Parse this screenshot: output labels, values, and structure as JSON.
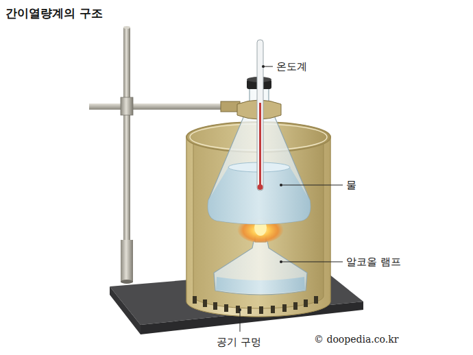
{
  "diagram": {
    "title": "간이열량계의 구조",
    "labels": [
      "온도계",
      "물",
      "알코올 램프",
      "공기 구멍",
      "© doopedia.co.kr"
    ]
  }
}
